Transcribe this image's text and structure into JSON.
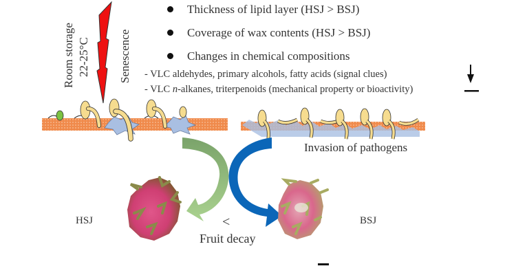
{
  "left_panel": {
    "condition_label": "Room storage",
    "temperature_label": "22-25°C",
    "stress_label": "Senescence",
    "stress_icon": "lightning-bolt-icon"
  },
  "bullets": [
    {
      "text": "Thickness of lipid layer (HSJ > BSJ)"
    },
    {
      "text": "Coverage of wax contents (HSJ > BSJ)"
    },
    {
      "text": "Changes in chemical compositions"
    }
  ],
  "sub_items": [
    {
      "prefix": "- VLC aldehydes, primary alcohols, fatty acids (signal clues)",
      "italic": "",
      "suffix": "",
      "trend": "decrease",
      "trend_icon": "down-arrow-icon"
    },
    {
      "prefix": "- VLC ",
      "italic": "n",
      "suffix": "-alkanes, triterpenoids (mechanical property or bioactivity)",
      "trend": "no-change",
      "trend_icon": "dash-icon"
    }
  ],
  "pathogen_label": "Invasion of pathogens",
  "fruits": {
    "left_label": "HSJ",
    "right_label": "BSJ",
    "comparison": "<",
    "caption": "Fruit decay"
  },
  "colors": {
    "lightning": "#ee1111",
    "cuticle": "#f08a4b",
    "spore": "#f6dc8f",
    "hypha_damage": "#a9bfe2",
    "green_arrow_dark": "#7aa36a",
    "green_arrow_light": "#a9d18e",
    "blue_arrow": "#0b66b8",
    "fruit_pink": "#d9467a",
    "fruit_green": "#9aa25a",
    "spore_small": "#7cc242"
  }
}
